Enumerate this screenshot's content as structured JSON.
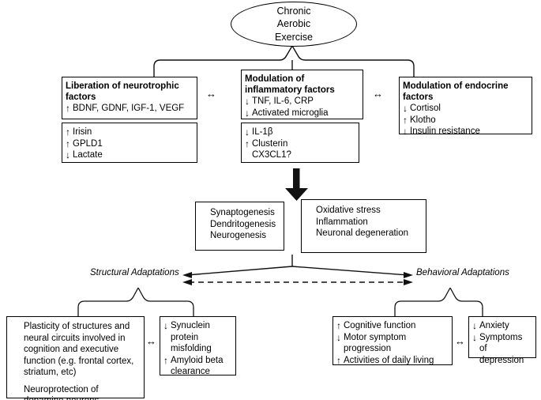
{
  "figure": {
    "title_node": {
      "lines": [
        "Chronic",
        "Aerobic",
        "Exercise"
      ]
    },
    "arrows": {
      "up": "↑",
      "down": "↓",
      "none": "",
      "bidirectional": "↔"
    },
    "colors": {
      "stroke": "#000000",
      "background": "#ffffff",
      "text": "#000000"
    }
  },
  "tier1": {
    "neurotrophic": {
      "header": "Liberation of neurotrophic factors",
      "items": [
        {
          "arrow": "↑",
          "text": "BDNF, GDNF, IGF-1, VEGF"
        }
      ]
    },
    "neurotrophic_sub": {
      "items": [
        {
          "arrow": "↑",
          "text": "Irisin"
        },
        {
          "arrow": "↑",
          "text": "GPLD1"
        },
        {
          "arrow": "↓",
          "text": "Lactate"
        }
      ]
    },
    "inflammatory": {
      "header": "Modulation of inflammatory factors",
      "items": [
        {
          "arrow": "↓",
          "text": "TNF, IL-6, CRP"
        },
        {
          "arrow": "↓",
          "text": "Activated microglia"
        }
      ]
    },
    "inflammatory_sub": {
      "items": [
        {
          "arrow": "↓",
          "text": "IL-1β"
        },
        {
          "arrow": "↑",
          "text": "Clusterin"
        },
        {
          "arrow": "",
          "text": "CX3CL1?"
        }
      ]
    },
    "endocrine": {
      "header": "Modulation of endocrine factors",
      "items": [
        {
          "arrow": "↓",
          "text": "Cortisol"
        },
        {
          "arrow": "↑",
          "text": "Klotho"
        },
        {
          "arrow": "↓",
          "text": "Insulin resistance"
        }
      ]
    },
    "connector_1_label": "↔",
    "connector_2_label": "↔"
  },
  "tier2": {
    "genesis": {
      "group_arrow": "↑",
      "items": [
        "Synaptogenesis",
        "Dendritogenesis",
        "Neurogenesis"
      ]
    },
    "degeneration": {
      "group_arrow": "↓",
      "items": [
        "Oxidative stress",
        "Inflammation",
        "Neuronal degeneration"
      ]
    }
  },
  "tier3": {
    "structural_label": "Structural Adaptations",
    "behavioral_label": "Behavioral Adaptations"
  },
  "tier4": {
    "plasticity": {
      "group_arrow": "↑",
      "paragraphs": [
        "Plasticity of structures and neural circuits involved in cognition and executive function (e.g. frontal cortex, striatum, etc)",
        "Neuroprotection of dopamine neurons"
      ]
    },
    "protein": {
      "items": [
        {
          "arrow": "↓",
          "text": "Synuclein protein misfolding"
        },
        {
          "arrow": "↑",
          "text": "Amyloid beta clearance"
        }
      ]
    },
    "function": {
      "items": [
        {
          "arrow": "↑",
          "text": "Cognitive function"
        },
        {
          "arrow": "↓",
          "text": "Motor symptom progression"
        },
        {
          "arrow": "↑",
          "text": "Activities of daily living"
        }
      ]
    },
    "mood": {
      "items": [
        {
          "arrow": "↓",
          "text": "Anxiety"
        },
        {
          "arrow": "↓",
          "text": "Symptoms of depression"
        }
      ]
    },
    "connector_left_label": "↔",
    "connector_right_label": "↔"
  }
}
